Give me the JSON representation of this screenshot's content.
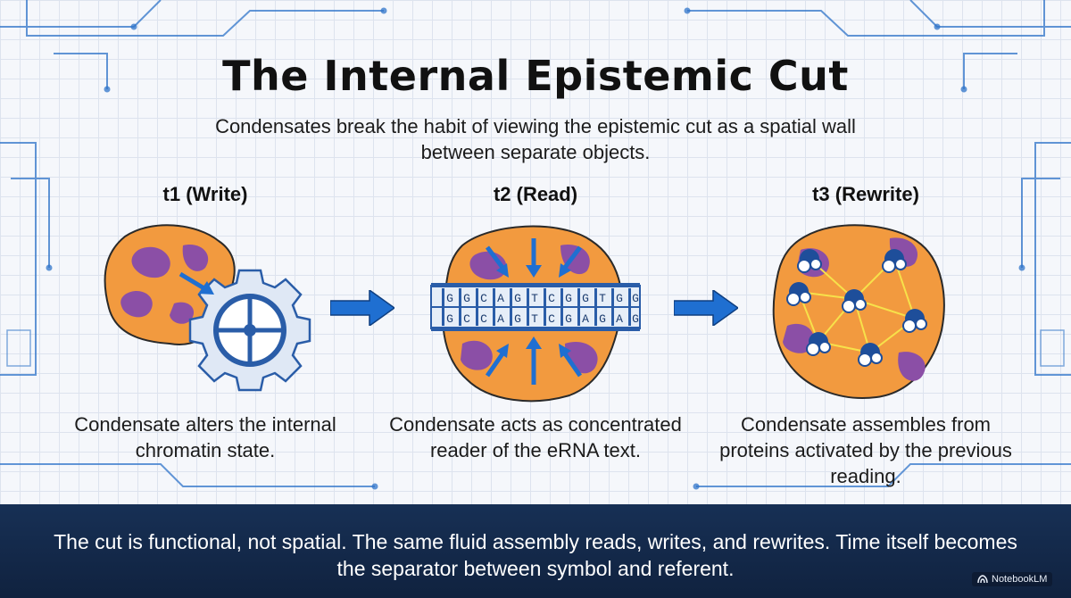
{
  "title": "The Internal Epistemic Cut",
  "subtitle": "Condensates break the habit of viewing the epistemic cut as a spatial wall between separate objects.",
  "steps": [
    {
      "label": "t1 (Write)",
      "caption": "Condensate alters the internal chromatin state."
    },
    {
      "label": "t2 (Read)",
      "caption": "Condensate acts as concentrated reader of the eRNA text."
    },
    {
      "label": "t3 (Rewrite)",
      "caption": "Condensate assembles from proteins activated by the previous reading."
    }
  ],
  "strand": {
    "top": [
      "G",
      "G",
      "C",
      "A",
      "G",
      "T",
      "C",
      "G",
      "G",
      "T",
      "G",
      "G"
    ],
    "bottom": [
      "G",
      "C",
      "C",
      "A",
      "G",
      "T",
      "C",
      "G",
      "A",
      "G",
      "A",
      "G"
    ]
  },
  "banner": "The cut is functional, not spatial. The same fluid assembly reads, writes, and rewrites. Time itself becomes the separator between symbol and referent.",
  "watermark": "NotebookLM",
  "colors": {
    "blob_orange": "#f29a3f",
    "blob_purple": "#8b4fa6",
    "accent_blue": "#1f6fd1",
    "banner_navy": "#13284a"
  },
  "icons": [
    "gear-icon",
    "dna-strand-icon",
    "protein-cluster-icon",
    "right-arrow-icon",
    "notebooklm-logo-icon"
  ]
}
